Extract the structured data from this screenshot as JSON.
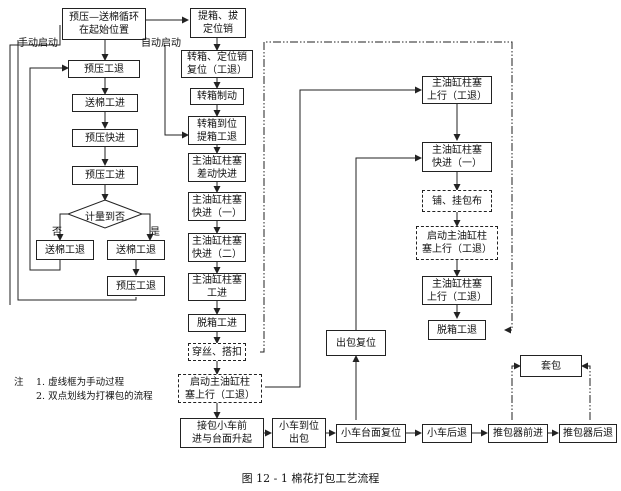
{
  "boxes": {
    "prepress_cycle": "预压—送棉循环\n在起始位置",
    "prepress_retreat": "预压工退",
    "feed_advance": "送棉工进",
    "prepress_fast": "预压快进",
    "prepress_work": "预压工进",
    "decision": "计量到否",
    "feed_retreat": "送棉工退",
    "feed_retreat2": "送棉工退",
    "prepress_retreat2": "预压工退",
    "lift_pin": "提箱、拔\n定位销",
    "reset_box": "转箱、定位销\n复位（工退）",
    "brake": "转箱制动",
    "box_in_place": "转箱到位\n提箱工退",
    "main_diff_fast": "主油缸柱塞\n差动快进",
    "main_fast1": "主油缸柱塞\n快进（一）",
    "main_fast2": "主油缸柱塞\n快进（二）",
    "main_work": "主油缸柱塞\n工进",
    "unbox": "脱箱工进",
    "thread_tie": "穿丝、搭扣",
    "start_up": "启动主油缸柱\n塞上行（工退）",
    "cart_up": "接包小车前\n进与台面升起",
    "cart_arrive": "小车到位\n出包",
    "table_reset": "小车台面复位",
    "cart_back": "小车后退",
    "pusher_fwd": "推包器前进",
    "pusher_back": "推包器后退",
    "bale_out_reset": "出包复位",
    "bag": "套包",
    "r_up_retreat": "主油缸柱塞\n上行（工退）",
    "r_fast1": "主油缸柱塞\n快进（一）",
    "r_cover": "铺、挂包布",
    "r_start_up": "启动主油缸柱\n塞上行（工退）",
    "r_up_retreat2": "主油缸柱塞\n上行（工退）",
    "r_unbox_retreat": "脱箱工退"
  },
  "labels": {
    "manual_start": "手动启动",
    "auto_start": "自动启动",
    "no": "否",
    "yes": "是"
  },
  "notes": {
    "prefix": "注",
    "n1": "1. 虚线框为手动过程",
    "n2": "2. 双点划线为打裸包的流程"
  },
  "caption": "图 12 - 1    棉花打包工艺流程"
}
